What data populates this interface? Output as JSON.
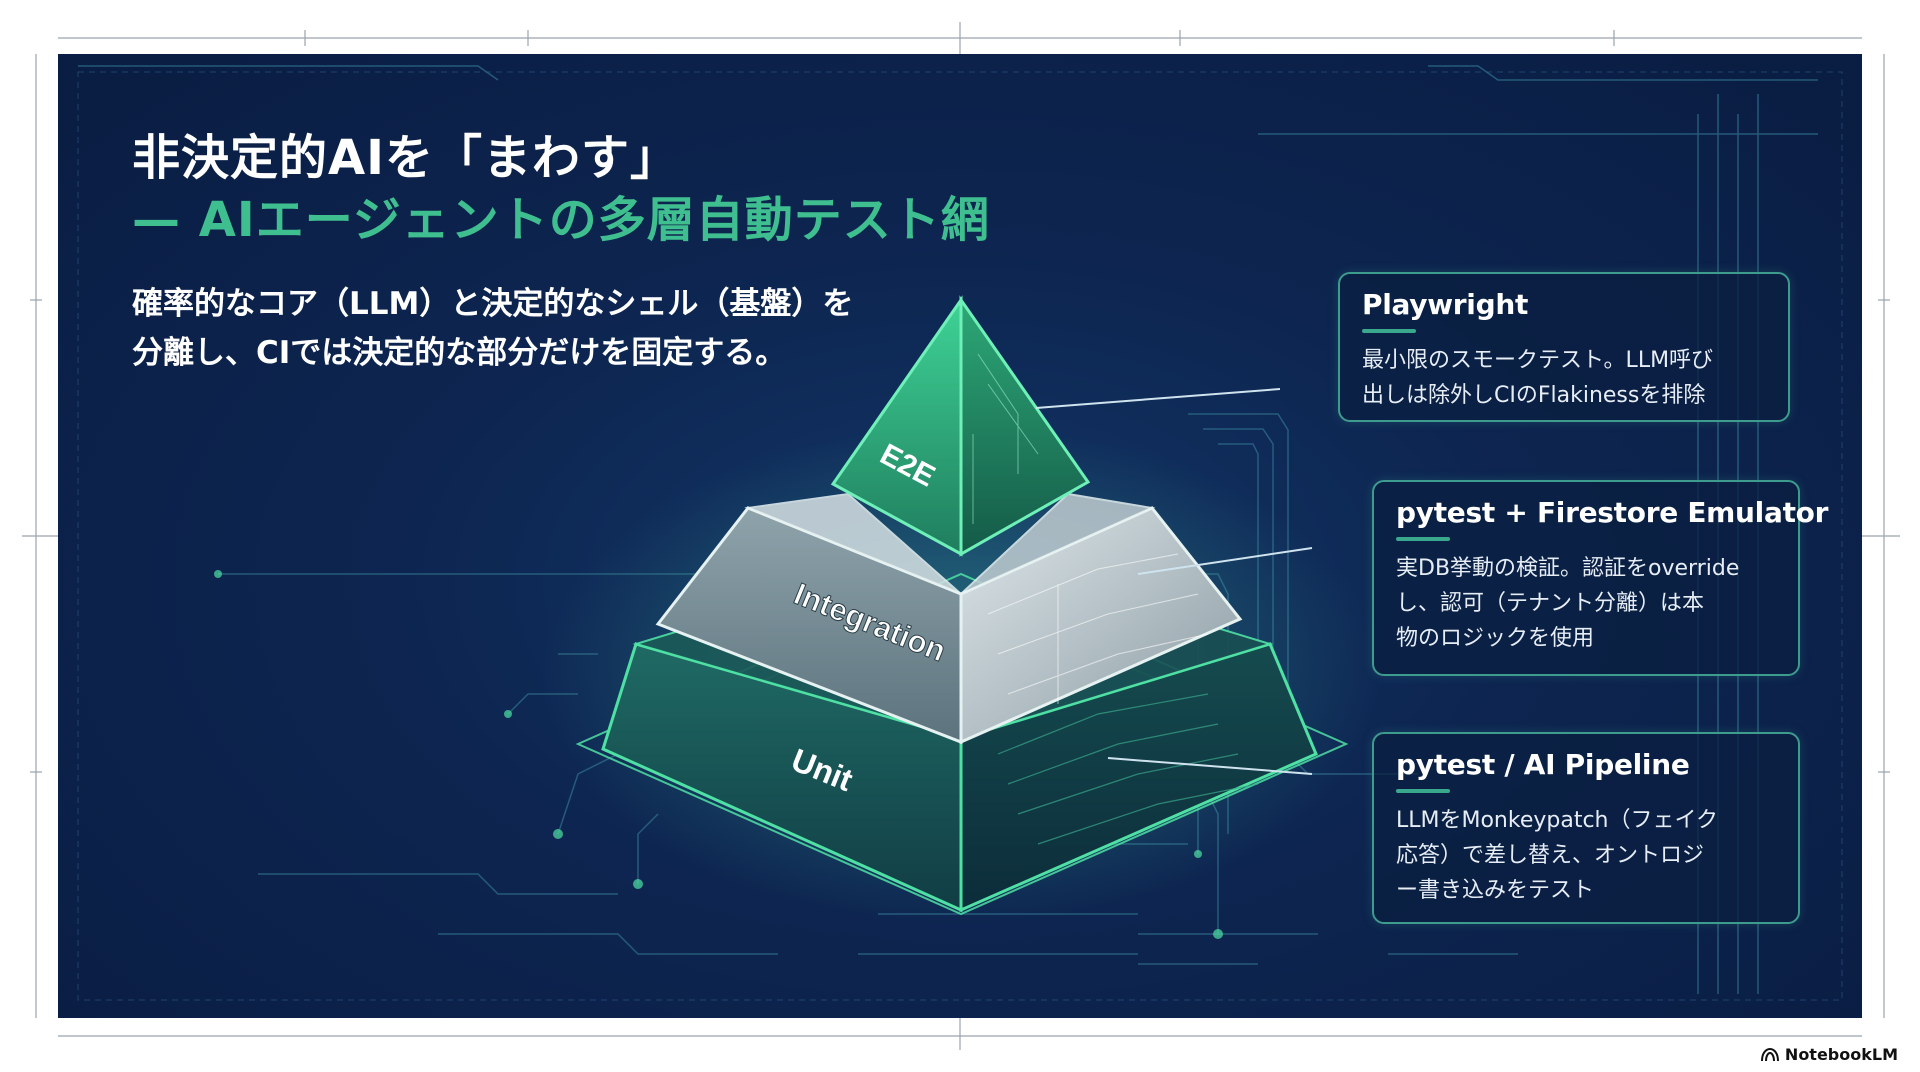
{
  "slide": {
    "title_line1": "非決定的AIを「まわす」",
    "title_line2": "— AIエージェントの多層自動テスト網",
    "subtitle_lines": [
      "確率的なコア（LLM）と決定的なシェル（基盤）を",
      "分離し、CIでは決定的な部分だけを固定する。"
    ]
  },
  "pyramid": {
    "layers": [
      {
        "label": "E2E",
        "color": "#2fa879"
      },
      {
        "label": "Integration",
        "color": "#b9c7cc"
      },
      {
        "label": "Unit",
        "color": "#1c5d5a"
      }
    ],
    "accent_color": "#4fe0a4"
  },
  "callouts": [
    {
      "title": "Playwright",
      "body_lines": [
        "最小限のスモークテスト。LLM呼び",
        "出しは除外しCIのFlakinessを排除"
      ]
    },
    {
      "title": "pytest + Firestore Emulator",
      "body_lines": [
        "実DB挙動の検証。認証をoverride",
        "し、認可（テナント分離）は本",
        "物のロジックを使用"
      ]
    },
    {
      "title": "pytest / AI Pipeline",
      "body_lines": [
        "LLMをMonkeypatch（フェイク",
        "応答）で差し替え、オントロジ",
        "ー書き込みをテスト"
      ]
    }
  ],
  "brand": {
    "name": "NotebookLM",
    "icon": "notebooklm-logo-icon"
  },
  "colors": {
    "background": "#0d2550",
    "accent": "#3fbf8f",
    "border": "#3d9c8e"
  }
}
